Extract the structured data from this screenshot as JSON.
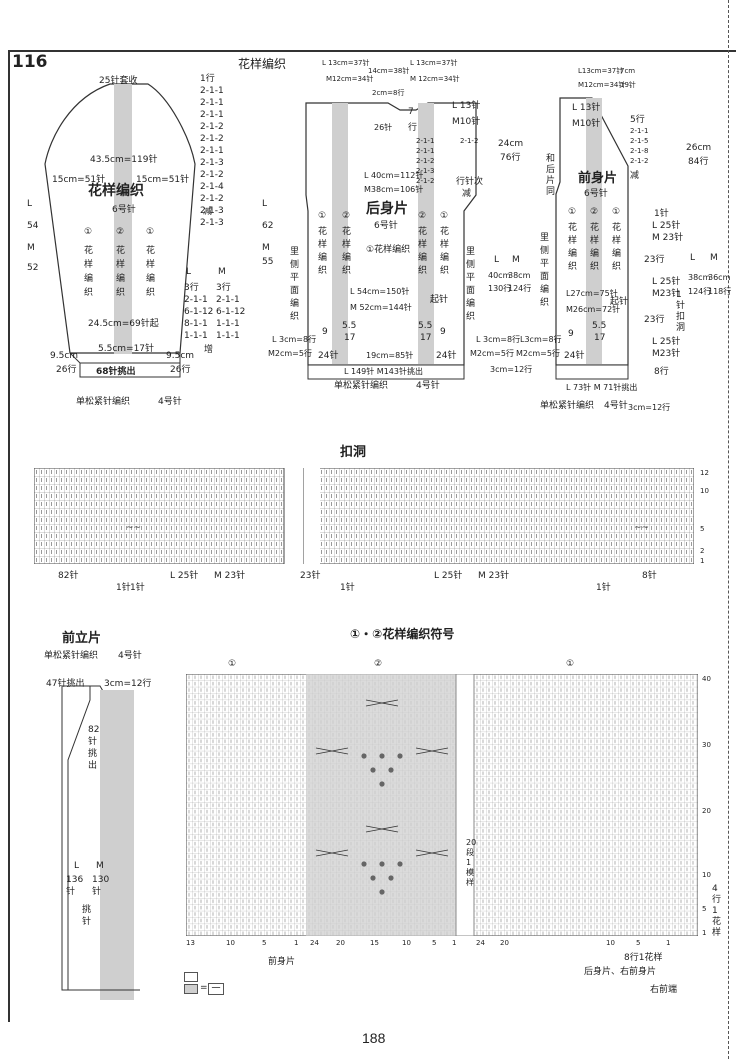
{
  "page_number": "188",
  "pattern_no": "116",
  "top_title": "花样编织",
  "sleeve": {
    "top": "25针套收",
    "rows_right": [
      "1行",
      "2-1-1",
      "2-1-1",
      "2-1-1",
      "2-1-2",
      "2-1-2",
      "2-1-1",
      "2-1-3",
      "2-1-2",
      "2-1-4",
      "2-1-2",
      "2-1-3",
      "2-1-3",
      "减"
    ],
    "width_top": "43.5cm=119针",
    "left_w": "15cm=51针",
    "right_w": "15cm=51针",
    "title": "花样编织",
    "needle": "6号针",
    "c1": "①",
    "c2": "②",
    "c3": "①",
    "col_text": "花样编织",
    "len_L": "L",
    "len_54": "54",
    "len_M": "M",
    "len_52": "52",
    "lm_L": "L",
    "lm_M": "M",
    "lm_rows": [
      "3行",
      "2-1-1",
      "6-1-12",
      "8-1-1",
      "1-1-1"
    ],
    "lm_rows_m": [
      "3行",
      "2-1-1",
      "6-1-12",
      "1-1-1",
      "1-1-1"
    ],
    "increase": "增",
    "width_mid": "24.5cm=69针起",
    "width_bot": "5.5cm=17针",
    "side_l1": "9.5cm",
    "side_l2": "26行",
    "side_r1": "9.5cm",
    "side_r2": "26行",
    "cuff": "68针挑出",
    "cuff_note": "单松紧针编织",
    "cuff_needle": "4号针"
  },
  "back": {
    "top_L": "L 13cm=37针",
    "top_M": "M12cm=34针",
    "mid": "14cm=38针",
    "top_L2": "L 13cm=37针",
    "top_M2": "M 12cm=34针",
    "neck": "2cm=8行",
    "neck_st": "26针",
    "L13": "L 13针",
    "M10": "M10针",
    "rows_right": [
      "7",
      "行",
      "2-1-1",
      "2-1-1",
      "2-1-2",
      "2-1-3",
      "2-1-2",
      "2-1-2",
      "减"
    ],
    "shoulder_24": "24cm",
    "shoulder_76": "76行",
    "L40": "L 40cm=112针",
    "M38": "M38cm=106针",
    "dec_note": "行针次",
    "dec_note2": "减",
    "title": "后身片",
    "needle": "6号针",
    "c1": "①",
    "c2": "②",
    "c3": "②",
    "c4": "①",
    "col_text": "花样编织",
    "label_center": "①花样编织",
    "left_side": "里侧平面编织",
    "right_side": "里侧平面编织",
    "len_L": "L",
    "len_62": "62",
    "len_M": "M",
    "len_55": "55",
    "lm_L": "L",
    "lm_M": "M",
    "lm_40": "40cm",
    "lm_38": "38cm",
    "lm_130": "130行",
    "lm_124": "124行",
    "L54": "L 54cm=150针",
    "M52": "M 52cm=144针",
    "start": "起针",
    "bl_L": "L 3cm=8行",
    "bl_M": "M2cm=5行",
    "br_L": "L 3cm=8行",
    "br_M": "M2cm=5行",
    "n9": "9",
    "n24": "24针",
    "n55": "5.5",
    "n17": "17",
    "n55b": "5.5",
    "n17b": "17",
    "n9b": "9",
    "n24b": "24针",
    "mid_w": "19cm=85针",
    "rib": "L 149针  M143针挑出",
    "rib_note": "单松紧针编织",
    "rib_needle": "4号针"
  },
  "front": {
    "top_L": "L13cm=37针",
    "top_cm": "7cm",
    "top_M": "M12cm=34针",
    "top_19": "19针",
    "L13": "L 13针",
    "M10": "M10针",
    "rows_right": [
      "5行",
      "2-1-1",
      "2-1-5",
      "2-1-8",
      "2-1-2",
      "减"
    ],
    "side_same": "和后片同",
    "h26": "26cm",
    "h84": "84行",
    "title": "前身片",
    "needle": "6号针",
    "one_st": "1针",
    "L25": "L 25针",
    "M23": "M 23针",
    "c1": "①",
    "c2": "②",
    "c3": "①",
    "col_text": "花样编织",
    "left_side": "里侧平面编织",
    "rows_23": "23行",
    "lm_L": "L",
    "lm_M": "M",
    "lm_38": "38cm",
    "lm_36": "36cm",
    "lm_124": "124行",
    "lm_118": "118行",
    "L27": "L27cm=75针",
    "M26": "M26cm=72针",
    "start": "起针",
    "btn": "1针扣洞",
    "L25b": "L 25针",
    "M23b": "M23针",
    "rows_23b": "23行",
    "bl_L": "L3cm=8行",
    "bl_M": "M2cm=5行",
    "n9": "9",
    "n24": "24针",
    "n55": "5.5",
    "n17": "17",
    "L25c": "L 25针",
    "M23c": "M23针",
    "rows_8": "8行",
    "rib": "L 73针 M 71针挑出",
    "rib_note": "单松紧针编织",
    "rib_needle": "4号针",
    "bottom_3cm": "3cm=12行",
    "bottom_3cm_b": "3cm=12行"
  },
  "buttonhole": {
    "title": "扣洞",
    "rows": [
      "12",
      "10",
      "5",
      "2",
      "1"
    ],
    "left": "82针",
    "L25": "L 25针",
    "M23": "M 23针",
    "left2": "23针",
    "L25b": "L 25针",
    "M23b": "M 23针",
    "right": "8针",
    "st1": "1针",
    "st1b": "1针",
    "st1c": "1针",
    "st1d": "1针"
  },
  "band": {
    "title": "前立片",
    "note": "单松紧针编织",
    "needle": "4号针",
    "pick1": "47针挑出",
    "pick2": "3cm=12行",
    "pick3": "82针挑出",
    "L": "L",
    "M": "M",
    "L136": "136针",
    "M130": "130针",
    "pick4": "挑针"
  },
  "chart": {
    "title": "①・②花样编织符号",
    "h1": "①",
    "h2": "②",
    "h3": "①",
    "side_rows": [
      "40",
      "30",
      "20",
      "10",
      "5",
      "1"
    ],
    "bottom": [
      "13",
      "10",
      "5",
      "1",
      "24",
      "20",
      "15",
      "10",
      "5",
      "1",
      "24",
      "20",
      "10",
      "5",
      "1"
    ],
    "rep_note": "20段1模样",
    "rep8": "8行1花样",
    "rep4": "4行1花样",
    "front": "前身片",
    "back_front": "后身片、右前身片",
    "right_front": "右前端",
    "legend_eq": "=",
    "legend_minus": "一"
  }
}
